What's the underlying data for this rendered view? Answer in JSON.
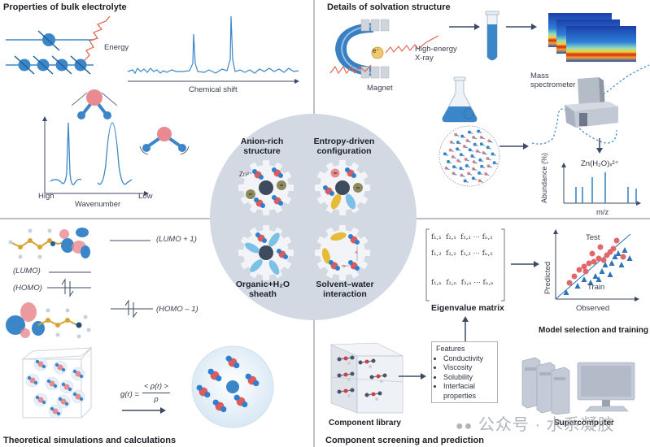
{
  "panels": {
    "top_left": {
      "title": "Properties of bulk electrolyte",
      "labels": {
        "energy": "Energy",
        "chemical_shift": "Chemical shift",
        "high": "High",
        "low": "Low",
        "wavenumber": "Wavenumber"
      }
    },
    "top_right": {
      "title": "Details of solvation structure",
      "labels": {
        "electron": "e⁻",
        "xray": "High-energy",
        "xray2": "X-ray",
        "magnet": "Magnet",
        "mass_spec": "Mass",
        "mass_spec2": "spectrometer",
        "ion_formula": "Zn(H₂O)ₓ²⁺",
        "y_axis": "Abundance (%)",
        "x_axis": "m/z"
      }
    },
    "bottom_left": {
      "title": "Theoretical simulations and calculations",
      "labels": {
        "lumo_plus_1": "(LUMO + 1)",
        "lumo": "(LUMO)",
        "homo": "(HOMO)",
        "homo_minus_1": "(HOMO – 1)",
        "rdf_lhs": "g(r) =",
        "rdf_num": "< ρ(r) >",
        "rdf_den": "ρ"
      }
    },
    "bottom_right": {
      "title": "Component screening and prediction",
      "labels": {
        "eigen_matrix": "Eigenvalue matrix",
        "model": "Model selection and training",
        "predicted": "Predicted",
        "observed": "Observed",
        "test": "Test",
        "train": "Train",
        "component_library": "Component library",
        "supercomputer": "Supercomputer",
        "features_title": "Features",
        "features": [
          "Conductivity",
          "Viscosity",
          "Solubility",
          "Interfacial properties"
        ]
      },
      "matrix_rows": [
        [
          "f₁,₁",
          "f₂,₁",
          "f₃,₁",
          "⋯",
          "fₙ,₁"
        ],
        [
          "f₁,₂",
          "f₂,₂",
          "f₃,₂",
          "⋯",
          "fₙ,₂"
        ],
        [
          "f₁,ₙ",
          "f₂,ₙ",
          "f₃,ₙ",
          "⋯",
          "fₙ,ₙ"
        ]
      ]
    },
    "center": {
      "quadrants": [
        {
          "label_1": "Anion-rich",
          "label_2": "structure"
        },
        {
          "label_1": "Entropy-driven",
          "label_2": "configuration"
        },
        {
          "label_1": "Organic+H₂O",
          "label_2": "sheath"
        },
        {
          "label_1": "Solvent–water",
          "label_2": "interaction"
        }
      ],
      "zn_label": "Zn²⁺"
    }
  },
  "watermark": "公众号 · 水系凝胶",
  "colors": {
    "accent_blue": "#3a86c8",
    "atom_red": "#e88a8f",
    "divider": "#b9c0cc",
    "center_bg": "#d3d9e2",
    "arrow": "#3d4a66",
    "zn_core": "#3e4a5e",
    "anion": "#8c8a5c",
    "solvent_yellow": "#e6bb3a",
    "solvent_blue": "#7cc0e8"
  }
}
